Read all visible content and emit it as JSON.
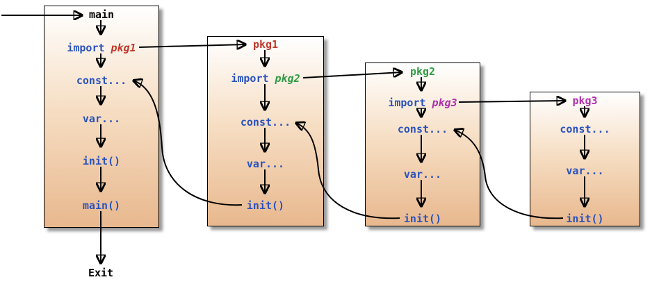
{
  "colors": {
    "code_blue": "#2a52be",
    "pkg1_color": "#c0392b",
    "pkg2_color": "#2e9c44",
    "pkg3_color": "#b030b0",
    "title_black": "#000000",
    "box_border": "#000000",
    "box_gradient_top": "#ffffff",
    "box_gradient_bottom": "#e8b88e",
    "arrow_color": "#000000",
    "shadow_color": "#9a9a9a"
  },
  "boxes": [
    {
      "title": "main",
      "import_keyword": "import",
      "import_pkg": "pkg1",
      "items": [
        "const...",
        "var...",
        "init()",
        "main()"
      ]
    },
    {
      "title": "pkg1",
      "import_keyword": "import",
      "import_pkg": "pkg2",
      "items": [
        "const...",
        "var...",
        "init()"
      ]
    },
    {
      "title": "pkg2",
      "import_keyword": "import",
      "import_pkg": "pkg3",
      "items": [
        "const...",
        "var...",
        "init()"
      ]
    },
    {
      "title": "pkg3",
      "items": [
        "const...",
        "var...",
        "init()"
      ]
    }
  ],
  "exit_label": "Exit"
}
